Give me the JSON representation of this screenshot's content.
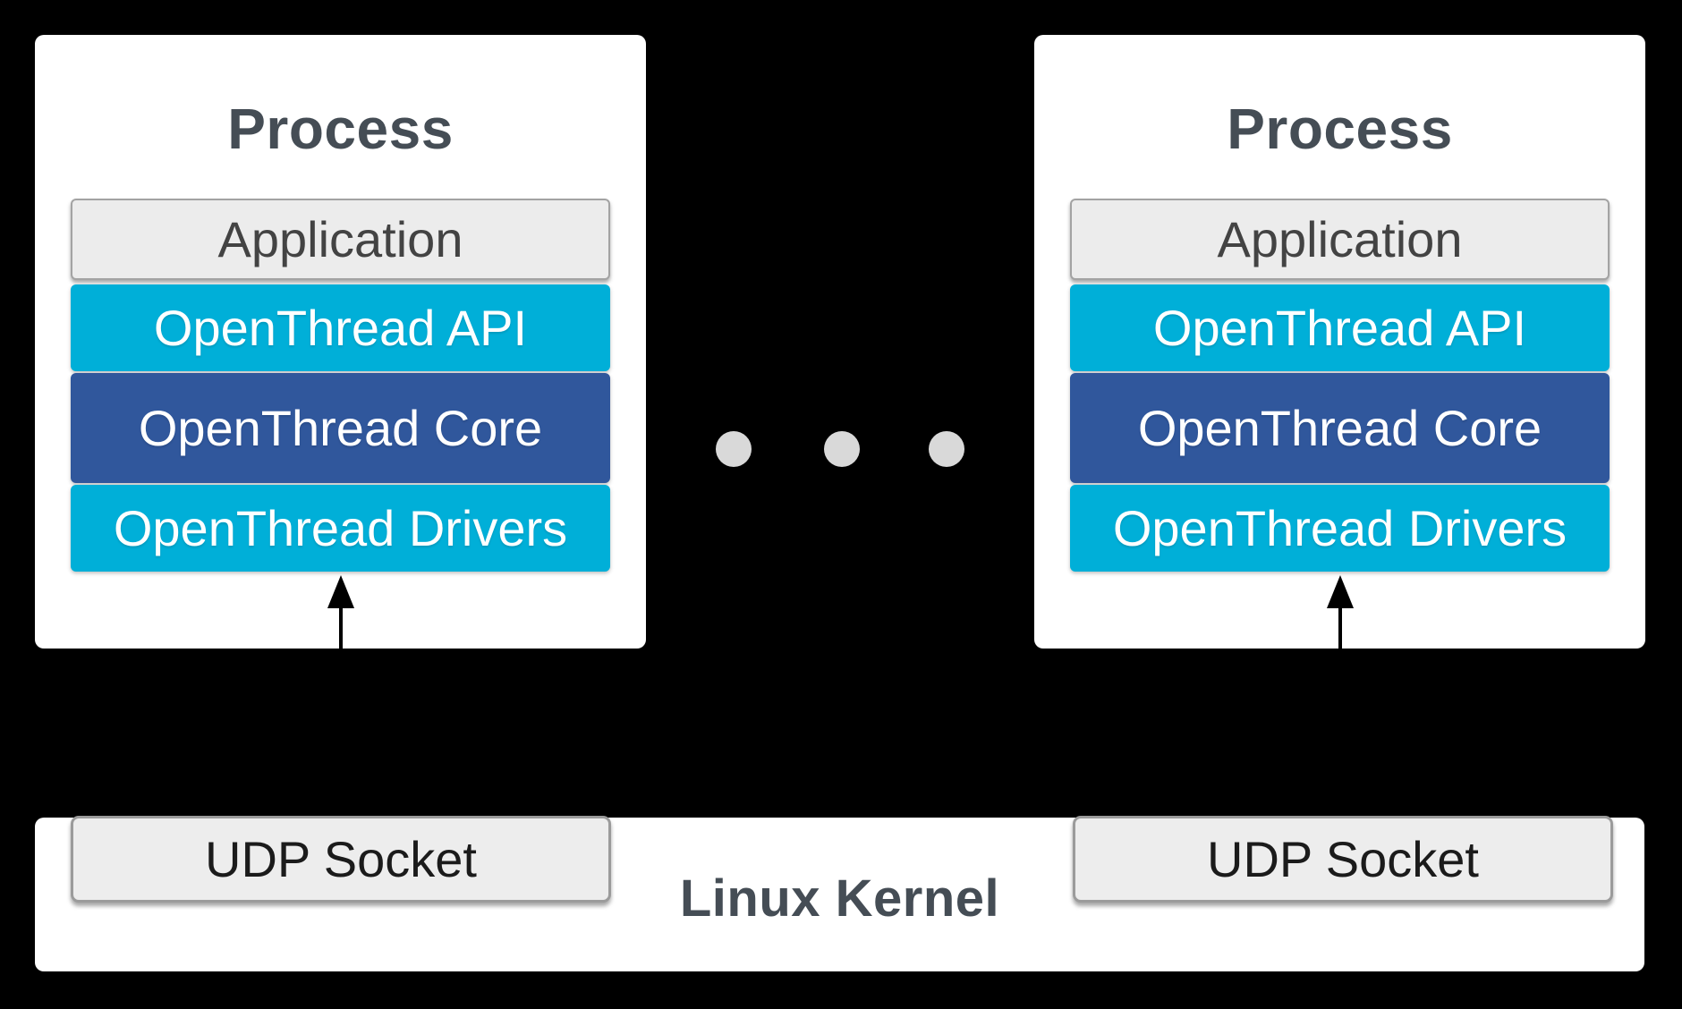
{
  "diagram": {
    "background_color": "#000000",
    "colors": {
      "process_box_bg": "#ffffff",
      "layer_cyan": "#00afd8",
      "layer_blue": "#30579c",
      "layer_gray": "#ececec",
      "title_text": "#454d55",
      "layer_text_light": "#ffffff",
      "dot_gray": "#d9d9d9"
    },
    "icons": {
      "up_arrow": "css-triangle-up-with-shaft",
      "ellipsis_dot": "css-circle"
    },
    "processes": [
      {
        "title": "Process",
        "application": "Application",
        "api": "OpenThread API",
        "core": "OpenThread Core",
        "drivers": "OpenThread Drivers"
      },
      {
        "title": "Process",
        "application": "Application",
        "api": "OpenThread API",
        "core": "OpenThread Core",
        "drivers": "OpenThread Drivers"
      }
    ],
    "ellipsis_dot_count": 3,
    "kernel": {
      "label": "Linux Kernel",
      "socket_left": "UDP Socket",
      "socket_right": "UDP Socket"
    }
  }
}
